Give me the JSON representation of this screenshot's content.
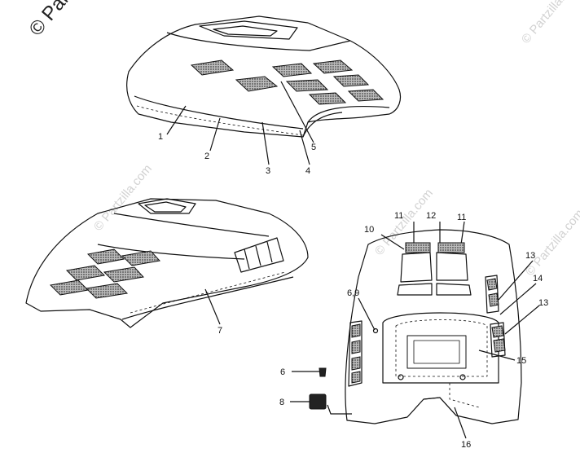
{
  "watermarks": {
    "main": "© Partzilla.com",
    "faint": "© Partzilla.com"
  },
  "callouts": [
    {
      "id": "1",
      "text": "1"
    },
    {
      "id": "2",
      "text": "2"
    },
    {
      "id": "3",
      "text": "3"
    },
    {
      "id": "4",
      "text": "4"
    },
    {
      "id": "5",
      "text": "5"
    },
    {
      "id": "7",
      "text": "7"
    },
    {
      "id": "10",
      "text": "10"
    },
    {
      "id": "11a",
      "text": "11"
    },
    {
      "id": "12",
      "text": "12"
    },
    {
      "id": "11b",
      "text": "11"
    },
    {
      "id": "13a",
      "text": "13"
    },
    {
      "id": "14",
      "text": "14"
    },
    {
      "id": "13b",
      "text": "13"
    },
    {
      "id": "69",
      "text": "6,9"
    },
    {
      "id": "15",
      "text": "15"
    },
    {
      "id": "6",
      "text": "6"
    },
    {
      "id": "8",
      "text": "8"
    },
    {
      "id": "16",
      "text": "16"
    }
  ],
  "colors": {
    "line": "#111111",
    "screen": "#777777"
  }
}
